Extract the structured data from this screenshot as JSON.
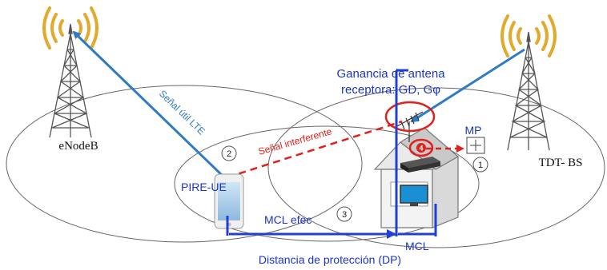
{
  "labels": {
    "enodeb": "eNodeB",
    "tdt_bs": "TDT- BS",
    "ganancia_line1": "Ganancia de antena",
    "ganancia_line2": "receptora: GD, Gφ",
    "mp": "MP",
    "senal_util": "Señal útil LTE",
    "senal_interferente": "Señal interferente",
    "pire_ue": "PIRE-UE",
    "mcl_efec": "MCL efec",
    "mcl": "MCL",
    "distancia": "Distancia de protección (DP)"
  },
  "markers": {
    "m1": "1",
    "m2": "2",
    "m3": "3",
    "m4": "4"
  },
  "colors": {
    "blue_signal": "#2e7bc4",
    "blue_arrow": "#1f3fd6",
    "text_blue": "#1a34c9",
    "red": "#e0211b",
    "ellipse": "#666666"
  }
}
